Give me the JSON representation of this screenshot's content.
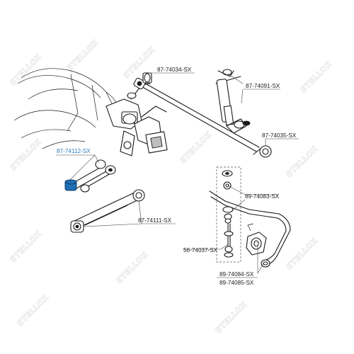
{
  "watermark": "STELLOX",
  "callouts": [
    {
      "id": "p1",
      "text": "87-74034-SX",
      "highlight": false
    },
    {
      "id": "p2",
      "text": "87-74091-SX",
      "highlight": false
    },
    {
      "id": "p3",
      "text": "87-74035-SX",
      "highlight": false
    },
    {
      "id": "p4",
      "text": "87-74112-SX",
      "highlight": true
    },
    {
      "id": "p5",
      "text": "89-74083-SX",
      "highlight": false
    },
    {
      "id": "p6",
      "text": "87-74111-SX",
      "highlight": false
    },
    {
      "id": "p7",
      "text": "56-74037-SX",
      "highlight": false
    },
    {
      "id": "p8",
      "text": "89-74084-SX",
      "highlight": false
    },
    {
      "id": "p9",
      "text": "89-74085-SX",
      "highlight": false
    }
  ],
  "colors": {
    "highlight": "#2b7fc0",
    "part_blue": "#1e6fb5",
    "ink": "#1a1a1a",
    "watermark": "#d9d9d9"
  }
}
